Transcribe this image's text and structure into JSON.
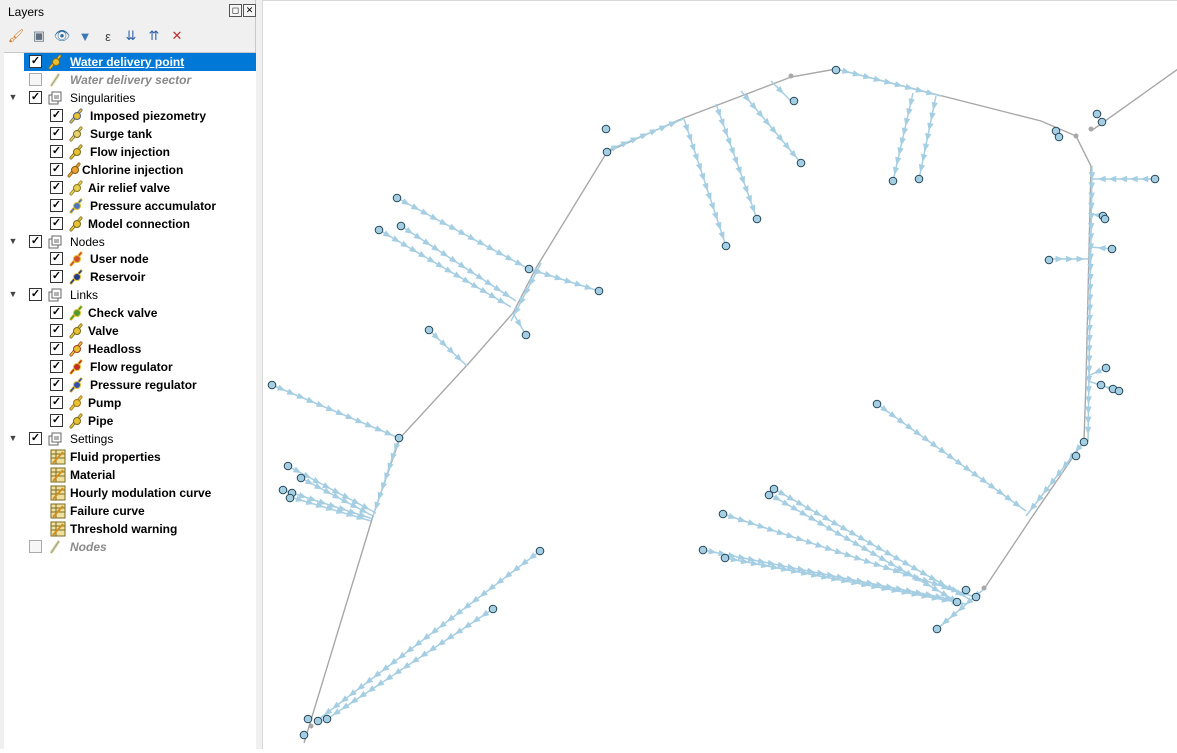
{
  "panel": {
    "title": "Layers",
    "float_btn": "◻",
    "close_btn": "✕"
  },
  "toolbar": [
    {
      "name": "style-manager-icon",
      "glyph": "🖌"
    },
    {
      "name": "add-group-icon",
      "glyph": "▣"
    },
    {
      "name": "visibility-icon",
      "glyph": "👁"
    },
    {
      "name": "filter-icon",
      "glyph": "▼"
    },
    {
      "name": "expression-filter-icon",
      "glyph": "ε"
    },
    {
      "name": "expand-all-icon",
      "glyph": "⇊"
    },
    {
      "name": "collapse-all-icon",
      "glyph": "⇈"
    },
    {
      "name": "remove-layer-icon",
      "glyph": "✕"
    }
  ],
  "layers": [
    {
      "label": "Water delivery point",
      "level": 1,
      "checked": true,
      "selected": true,
      "icon": "point-layer-icon",
      "style": "b"
    },
    {
      "label": "Water delivery sector",
      "level": 1,
      "checked": false,
      "icon": "polygon-layer-icon",
      "style": "dis"
    },
    {
      "label": "Singularities",
      "level": 0,
      "checked": true,
      "group": true
    },
    {
      "label": "Imposed piezometry",
      "level": 2,
      "checked": true,
      "icon": "imposed-piezometry-icon",
      "style": "b"
    },
    {
      "label": "Surge tank",
      "level": 2,
      "checked": true,
      "icon": "surge-tank-icon",
      "style": "b"
    },
    {
      "label": "Flow injection",
      "level": 2,
      "checked": true,
      "icon": "flow-injection-icon",
      "style": "b"
    },
    {
      "label": "Chlorine injection",
      "level": 2,
      "checked": true,
      "icon": "chlorine-injection-icon",
      "style": "b",
      "tight": true
    },
    {
      "label": "Air relief valve",
      "level": 2,
      "checked": true,
      "icon": "air-relief-valve-icon",
      "style": "b",
      "tight": true
    },
    {
      "label": "Pressure accumulator",
      "level": 2,
      "checked": true,
      "icon": "pressure-accumulator-icon",
      "style": "b"
    },
    {
      "label": "Model connection",
      "level": 2,
      "checked": true,
      "icon": "model-connection-icon",
      "style": "b",
      "tight": true
    },
    {
      "label": "Nodes",
      "level": 0,
      "checked": true,
      "group": true
    },
    {
      "label": "User node",
      "level": 2,
      "checked": true,
      "icon": "user-node-icon",
      "style": "b"
    },
    {
      "label": "Reservoir",
      "level": 2,
      "checked": true,
      "icon": "reservoir-icon",
      "style": "b"
    },
    {
      "label": "Links",
      "level": 0,
      "checked": true,
      "group": true
    },
    {
      "label": "Check valve",
      "level": 2,
      "checked": true,
      "icon": "check-valve-icon",
      "style": "b",
      "tight": true
    },
    {
      "label": "Valve",
      "level": 2,
      "checked": true,
      "icon": "valve-icon",
      "style": "b",
      "tight": true
    },
    {
      "label": "Headloss",
      "level": 2,
      "checked": true,
      "icon": "headloss-icon",
      "style": "b",
      "tight": true
    },
    {
      "label": "Flow regulator",
      "level": 2,
      "checked": true,
      "icon": "flow-regulator-icon",
      "style": "b"
    },
    {
      "label": "Pressure regulator",
      "level": 2,
      "checked": true,
      "icon": "pressure-regulator-icon",
      "style": "b"
    },
    {
      "label": "Pump",
      "level": 2,
      "checked": true,
      "icon": "pump-icon",
      "style": "b",
      "tight": true
    },
    {
      "label": "Pipe",
      "level": 2,
      "checked": true,
      "icon": "pipe-icon",
      "style": "b",
      "tight": true
    },
    {
      "label": "Settings",
      "level": 0,
      "checked": true,
      "group": true
    },
    {
      "label": "Fluid properties",
      "level": 3,
      "icon": "table-icon",
      "style": "b"
    },
    {
      "label": "Material",
      "level": 3,
      "icon": "table-icon",
      "style": "b"
    },
    {
      "label": "Hourly modulation curve",
      "level": 3,
      "icon": "table-icon",
      "style": "b"
    },
    {
      "label": "Failure curve",
      "level": 3,
      "icon": "table-icon",
      "style": "b"
    },
    {
      "label": "Threshold warning",
      "level": 3,
      "icon": "table-icon",
      "style": "b"
    },
    {
      "label": "Nodes",
      "level": 1,
      "checked": false,
      "icon": "disabled-layer-icon",
      "style": "dis"
    }
  ],
  "colors": {
    "selected_row": "#0078d7",
    "pipe": "#a8a8a8",
    "link_arrow": "#a6cee3",
    "node_fill": "#a6cee3",
    "node_stroke": "#23465a"
  }
}
